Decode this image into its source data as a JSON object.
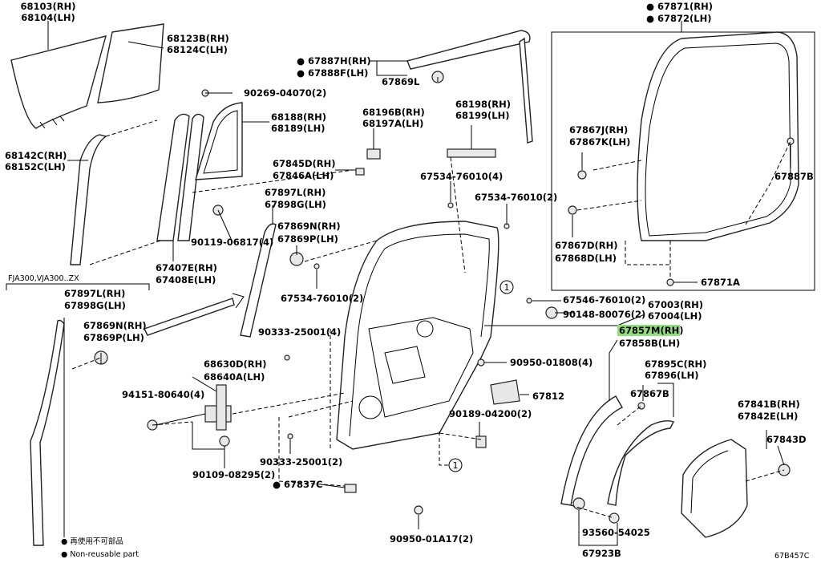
{
  "labels": {
    "l68103": "68103(RH)",
    "l68104": "68104(LH)",
    "l68123b": "68123B(RH)",
    "l68124c": "68124C(LH)",
    "l90269": "90269-04070(2)",
    "l68188": "68188(RH)",
    "l68189": "68189(LH)",
    "l68142c": "68142C(RH)",
    "l68152c": "68152C(LH)",
    "l90119": "90119-06817(4)",
    "l67407e": "67407E(RH)",
    "l67408e": "67408E(LH)",
    "l67887h": "67887H(RH)",
    "l67888f": "67888F(LH)",
    "l67869l": "67869L",
    "l68196b": "68196B(RH)",
    "l68197a": "68197A(LH)",
    "l68198": "68198(RH)",
    "l68199": "68199(LH)",
    "l67845d": "67845D(RH)",
    "l67846a": "67846A(LH)",
    "l67534a": "67534-76010(4)",
    "l67534b": "67534-76010(2)",
    "l67897l_top": "67897L(RH)",
    "l67898g_top": "67898G(LH)",
    "l67869n_top": "67869N(RH)",
    "l67869p_top": "67869P(LH)",
    "l67534c": "67534-76010(2)",
    "l67871": "67871(RH)",
    "l67872": "67872(LH)",
    "l67867j": "67867J(RH)",
    "l67867k": "67867K(LH)",
    "l67887b": "67887B",
    "l67867d": "67867D(RH)",
    "l67868d": "67868D(LH)",
    "l67871a": "67871A",
    "model_note": "FJA300,VJA300..ZX",
    "l67897l": "67897L(RH)",
    "l67898g": "67898G(LH)",
    "l67869n": "67869N(RH)",
    "l67869p": "67869P(LH)",
    "l67546": "67546-76010(2)",
    "l90148": "90148-80076(2)",
    "l67003": "67003(RH)",
    "l67004": "67004(LH)",
    "l67857m": "67857M(RH)",
    "l67858b": "67858B(LH)",
    "l90333a": "90333-25001(4)",
    "l90950a": "90950-01808(4)",
    "l67895c": "67895C(RH)",
    "l67896": "67896(LH)",
    "l68630d": "68630D(RH)",
    "l68640a": "68640A(LH)",
    "l67812": "67812",
    "l67867b": "67867B",
    "l94151": "94151-80640(4)",
    "l90189": "90189-04200(2)",
    "l67841b": "67841B(RH)",
    "l67842e": "67842E(LH)",
    "l67843d": "67843D",
    "l90333b": "90333-25001(2)",
    "l90109": "90109-08295(2)",
    "l67837c": "67837C",
    "l90950b": "90950-01A17(2)",
    "l93560": "93560-54025",
    "l67923b": "67923B",
    "ref1a": "1",
    "ref1b": "1",
    "legend_jp": "再使用不可部品",
    "legend_en": "Non-reusable part",
    "diagram_code": "67B457C"
  },
  "colors": {
    "highlight": "#8fdf7a"
  }
}
